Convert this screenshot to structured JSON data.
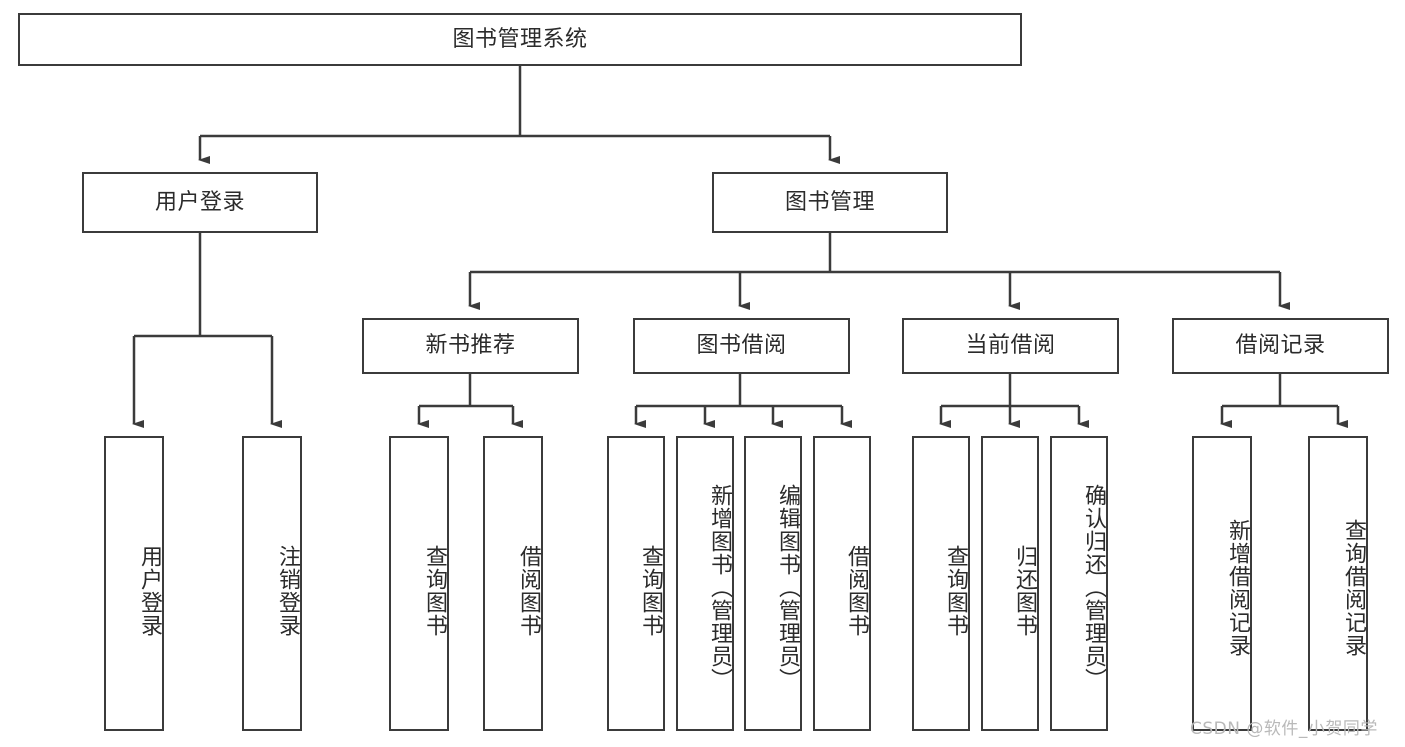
{
  "diagram": {
    "title": "图书管理系统",
    "type": "hierarchy-tree",
    "root": {
      "label": "图书管理系统"
    },
    "level1": [
      {
        "label": "用户登录"
      },
      {
        "label": "图书管理"
      }
    ],
    "level2": [
      {
        "label": "新书推荐"
      },
      {
        "label": "图书借阅"
      },
      {
        "label": "当前借阅"
      },
      {
        "label": "借阅记录"
      }
    ],
    "leaves": {
      "user_login": [
        {
          "label": "用户登录"
        },
        {
          "label": "注销登录"
        }
      ],
      "new_book_recommend": [
        {
          "label": "查询图书"
        },
        {
          "label": "借阅图书"
        }
      ],
      "book_borrow": [
        {
          "label": "查询图书"
        },
        {
          "label": "新增图书（管理员）"
        },
        {
          "label": "编辑图书（管理员）"
        },
        {
          "label": "借阅图书"
        }
      ],
      "current_borrow": [
        {
          "label": "查询图书"
        },
        {
          "label": "归还图书"
        },
        {
          "label": "确认归还（管理员）"
        }
      ],
      "borrow_records": [
        {
          "label": "新增借阅记录"
        },
        {
          "label": "查询借阅记录"
        }
      ]
    }
  },
  "watermark": {
    "text": "CSDN @软件_小贺同学"
  },
  "colors": {
    "stroke": "#3b3b3b",
    "text": "#2b2b2b",
    "background": "#ffffff",
    "watermark": "#b9b9b9"
  }
}
